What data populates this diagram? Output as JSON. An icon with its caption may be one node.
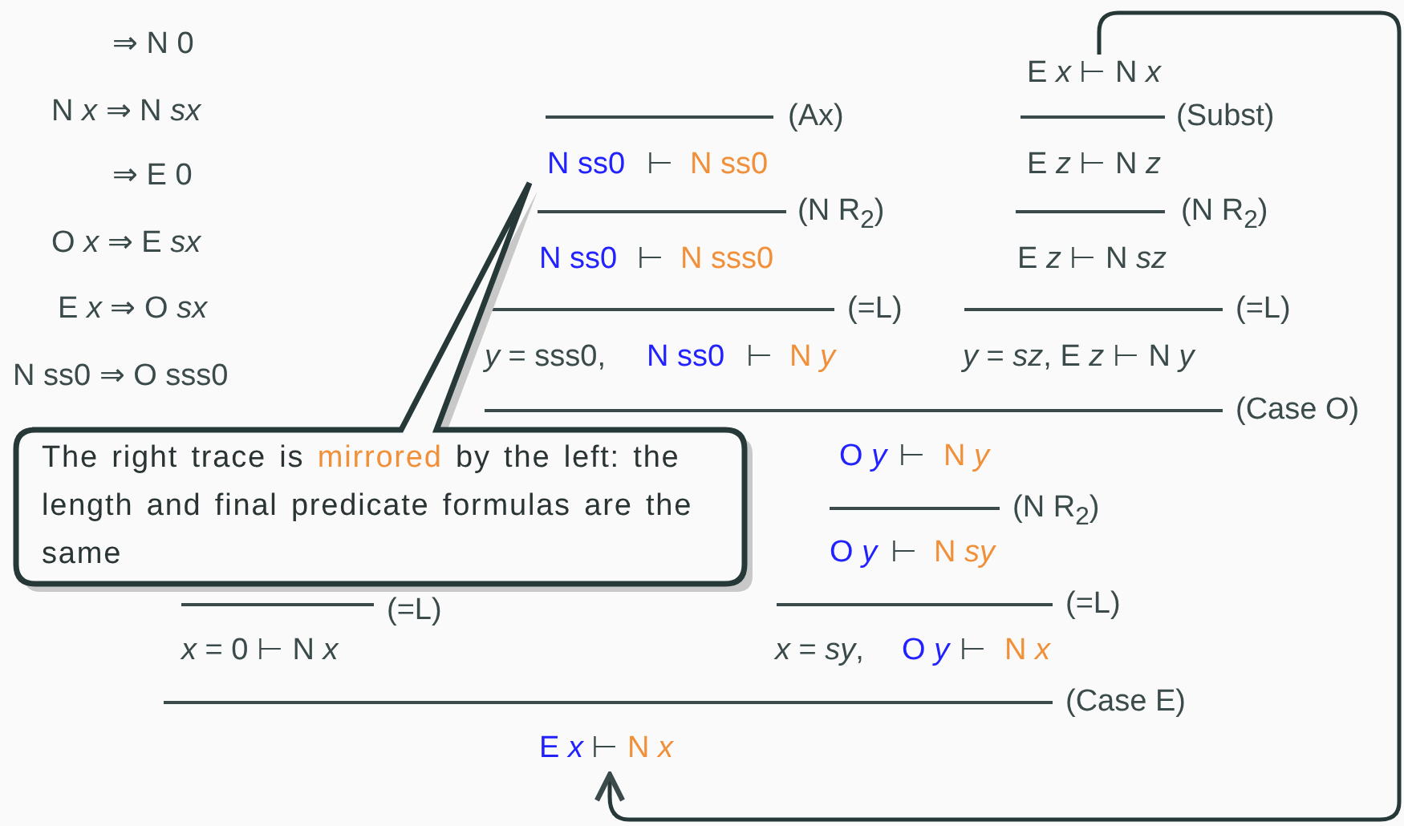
{
  "diagram": {
    "nodes": [
      {
        "text": [
          "E *x* ⊢ N *x*"
        ]
      },
      {
        "text": [
          "The right trace is",
          "mirrored",
          "by the left: the length and final predicate formulas are the same"
        ]
      },
      {
        "text": [
          "E *x*",
          "⊢",
          "N *x*"
        ]
      }
    ],
    "edges": [
      {
        "from": 0,
        "to": 2,
        "arrow": "to"
      }
    ],
    "labels": [
      "⇒ N 0",
      "N *x* ⇒ N *sx*",
      "(Ax)",
      "(Subst)",
      "N ss0",
      "⊢",
      "N ss0",
      "E *z* ⊢ N *z*",
      "⇒ E 0",
      "(N R$_{2}$)",
      "(N R$_{2}$)",
      "O *x* ⇒ E *sx*",
      "N ss0",
      "⊢",
      "N sss0",
      "E *z* ⊢ N *sz*",
      "E *x* ⇒ O *sx*",
      "(=L)",
      "(=L)",
      "*y* = sss0,",
      "N ss0",
      "⊢",
      "N *y*",
      "*y* = *sz*, E *z* ⊢ N *y*",
      "N ss0 ⇒ O sss0",
      "(Case O)",
      "O *y*",
      "⊢",
      "N *y*",
      "(N R$_{2}$)",
      "O *y*",
      "⊢",
      "N *sy*",
      "(=L)",
      "(=L)",
      "*x* = 0 ⊢ N *x*",
      "*x* = *sy*,",
      "O *y*",
      "⊢",
      "N *x*",
      "(Case E)"
    ]
  }
}
